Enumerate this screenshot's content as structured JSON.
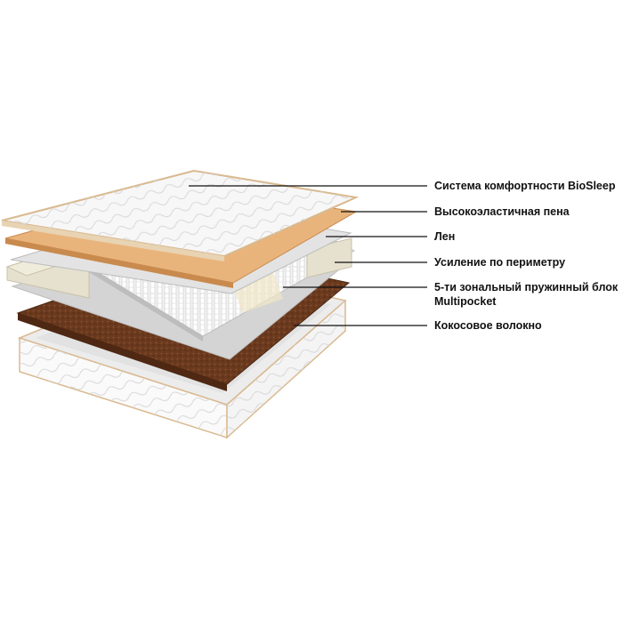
{
  "diagram": {
    "colors": {
      "cover": "#f4f4f4",
      "cover_edge": "#d9b98f",
      "foam": "#e9b47c",
      "linen": "#cfcfcf",
      "perimeter": "#e6e1cf",
      "springs": "#e8e8e8",
      "coir": "#6b3a1e",
      "leader": "#111111"
    },
    "layers": [
      {
        "id": "biosleep",
        "label": "Система комфортности BioSleep"
      },
      {
        "id": "foam",
        "label": "Высокоэластичная пена"
      },
      {
        "id": "linen",
        "label": "Лен"
      },
      {
        "id": "perimeter",
        "label": "Усиление по периметру"
      },
      {
        "id": "springs",
        "label": "5-ти зональный пружинный блок",
        "label2": "Multipocket"
      },
      {
        "id": "coir",
        "label": "Кокосовое волокно"
      }
    ]
  }
}
